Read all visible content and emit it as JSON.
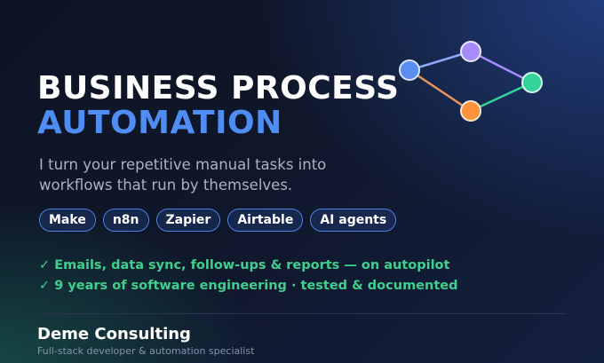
{
  "headline": {
    "line1": "BUSINESS PROCESS",
    "line2": "AUTOMATION"
  },
  "subtitle": {
    "line1": "I turn your repetitive manual tasks into",
    "line2": "workflows that run by themselves."
  },
  "tools": [
    "Make",
    "n8n",
    "Zapier",
    "Airtable",
    "AI agents"
  ],
  "benefits": [
    "✓ Emails, data sync, follow-ups & reports — on autopilot",
    "✓ 9 years of software engineering · tested & documented"
  ],
  "footer": {
    "brand": "Deme Consulting",
    "tagline": "Full-stack developer & automation specialist"
  },
  "workflow_icon": {
    "name": "workflow-graph-icon",
    "node_colors": [
      "#5b8def",
      "#a78bfa",
      "#34d399",
      "#fb923c"
    ]
  },
  "colors": {
    "accent_blue": "#4f8df5",
    "accent_green": "#3fcf8e",
    "background": "#0f172a"
  }
}
